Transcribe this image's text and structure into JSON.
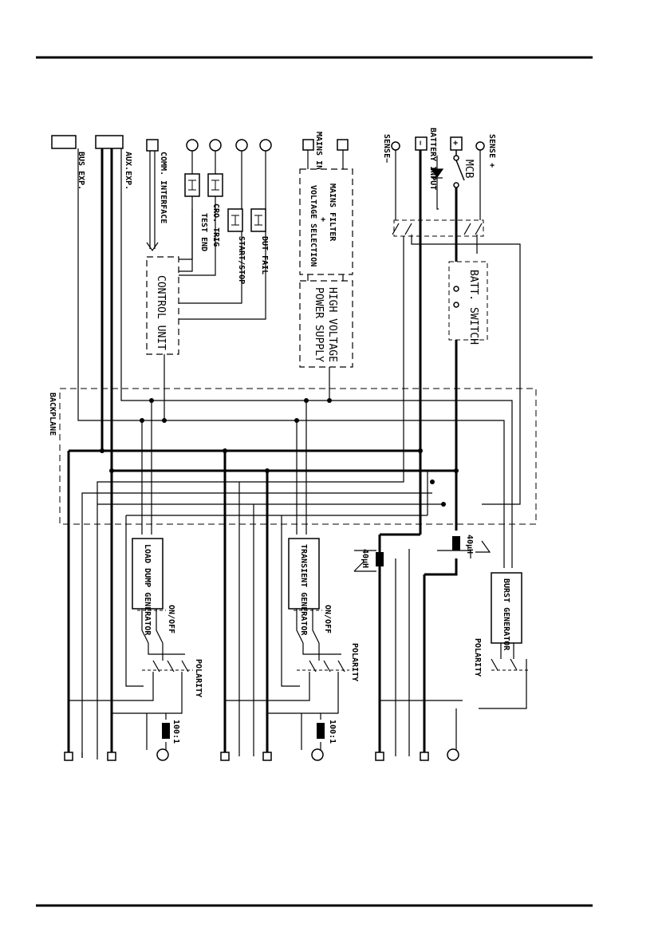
{
  "labels": {
    "bus_exp": "BUS EXP.",
    "aux_exp": "AUX.EXP.",
    "comm_interface": "COMM. INTERFACE",
    "cro_trig": "CRO. TRIG",
    "test_end": "TEST END",
    "start_stop": "START/STOP",
    "dut_fail": "DUT FAIL",
    "control_unit": "CONTROL UNIT",
    "mains_input": "MAINS INPUT",
    "mains_filter": "MAINS FILTER",
    "plus": "+",
    "voltage_selection": "VOLTAGE SELECTION",
    "high_voltage": "HIGH VOLTAGE",
    "power_supply": "POWER SUPPLY",
    "sense_minus": "SENSE−",
    "sense_plus": "SENSE +",
    "battery_input": "BATTERY INPUT",
    "mcb": "MCB",
    "batt_switch": "BATT. SWITCH",
    "backplane": "BACKPLANE",
    "load_dump_generator": "LOAD DUMP GENERATOR",
    "transient_generator": "TRANSIENT GENERATOR",
    "burst_generator": "BURST GENERATOR",
    "on_off": "ON/OFF",
    "polarity": "POLARITY",
    "ratio": "100:1",
    "inductor_1": "40μH",
    "inductor_2": "40μH",
    "minus_sign": "−",
    "plus_sign": "+"
  }
}
